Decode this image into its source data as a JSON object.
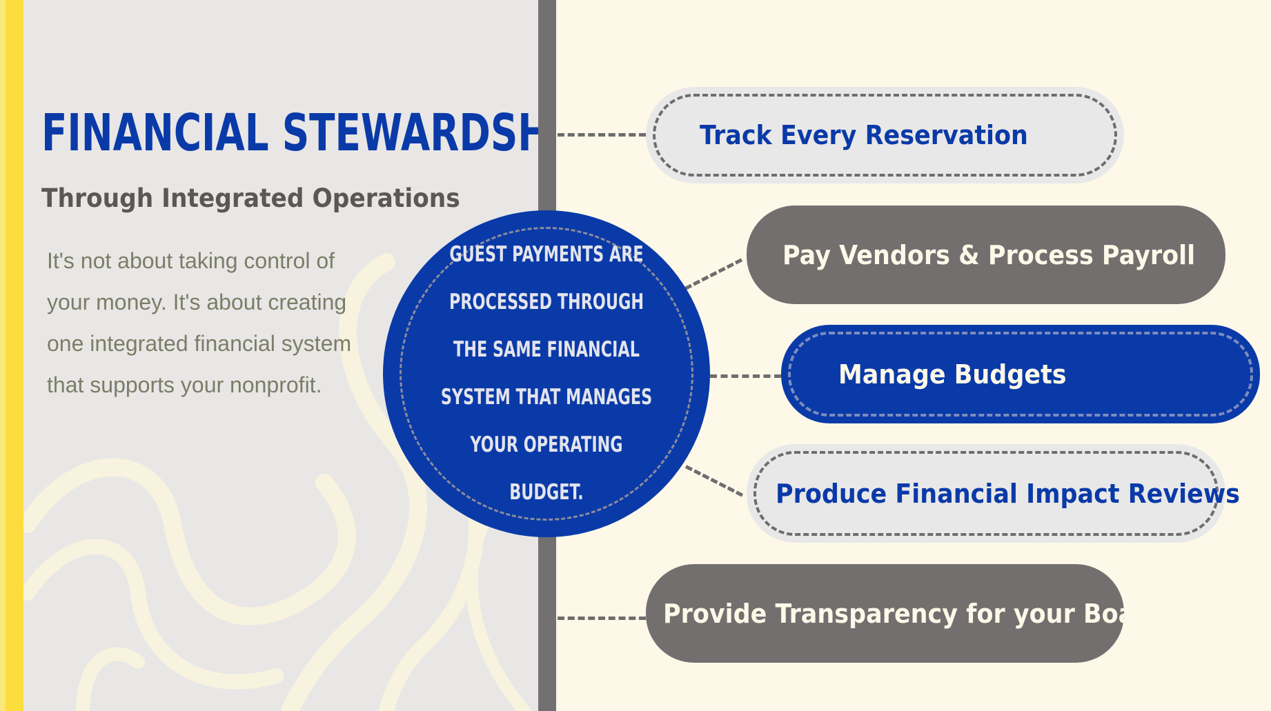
{
  "header": {
    "title": "FINANCIAL STEWARDSHIP",
    "subtitle": "Through Integrated Operations"
  },
  "intro": {
    "body": "It's not about taking control of your money.  It's about creating one integrated financial system that supports your nonprofit."
  },
  "center": {
    "text": "Guest payments are processed through the same financial system that manages your operating budget."
  },
  "items": [
    {
      "label": "Track Every Reservation"
    },
    {
      "label": "Pay Vendors & Process Payroll"
    },
    {
      "label": "Manage Budgets"
    },
    {
      "label": "Produce Financial Impact Reviews"
    },
    {
      "label": "Provide Transparency for your Board"
    }
  ],
  "colors": {
    "brand_blue": "#0a3aa8",
    "gray": "#736f6f",
    "cream": "#fdf8e8",
    "light_gray": "#e8e7e6",
    "accent_yellow": "#fddd3d"
  }
}
